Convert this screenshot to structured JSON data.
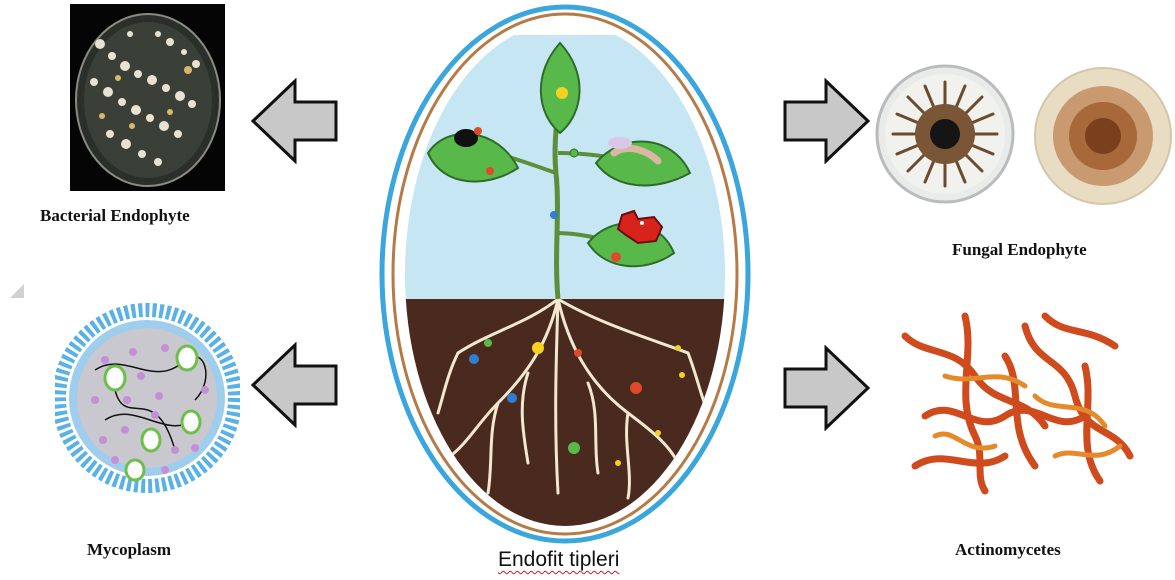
{
  "diagram": {
    "center_caption": "Endofit tipleri",
    "types": [
      {
        "id": "bacterial",
        "label": "Bacterial Endophyte"
      },
      {
        "id": "fungal",
        "label": "Fungal Endophyte"
      },
      {
        "id": "mycoplasm",
        "label": "Mycoplasm"
      },
      {
        "id": "actinomycetes",
        "label": "Actinomycetes"
      }
    ]
  },
  "colors": {
    "arrow_fill": "#c8c8c8",
    "arrow_stroke": "#111111",
    "oval_outer": "#3aa6dd",
    "oval_inner": "#b57a45",
    "sky": "#c6e6f3",
    "soil": "#4a2a1e",
    "leaf": "#58b94a",
    "stem": "#5b8f3a",
    "roots": "#f2e7cf"
  }
}
